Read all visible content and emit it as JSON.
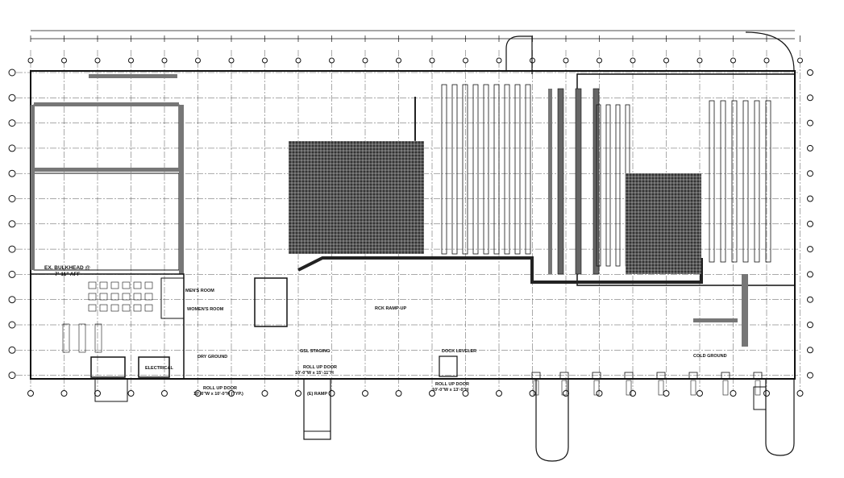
{
  "drawing": {
    "type": "architectural floor plan",
    "line_color": "#111111",
    "hatch_color": "#222222",
    "wall_fill": "#777777"
  },
  "labels": {
    "bulkhead": "EX. BULKHEAD @",
    "bulkhead_height": "7'-11\" AFF",
    "electrical": "ELECTRICAL",
    "mens_room": "MEN'S ROOM",
    "womens_room": "WOMEN'S ROOM",
    "dry_ground": "DRY GROUND",
    "gsl_staging": "GSL STAGING",
    "roll_up_door_1": "ROLL UP DOOR",
    "roll_up_door_1_size": "10'-0\"W x 10'-0\"H (TYP.)",
    "roll_up_door_2": "ROLL UP DOOR",
    "roll_up_door_2_size": "10'-0\"W x 15'-11\"H",
    "ramp": "(E) RAMP",
    "roll_up_door_3": "ROLL UP DOOR",
    "roll_up_door_3_size": "10'-0\"W x 13'-0\"H",
    "dock_leveler": "DOCK LEVELER",
    "rail_ramp_up": "RCK RAMP-UP",
    "electrical_room": "ELECTRICAL",
    "cold_ground": "COLD GROUND"
  }
}
